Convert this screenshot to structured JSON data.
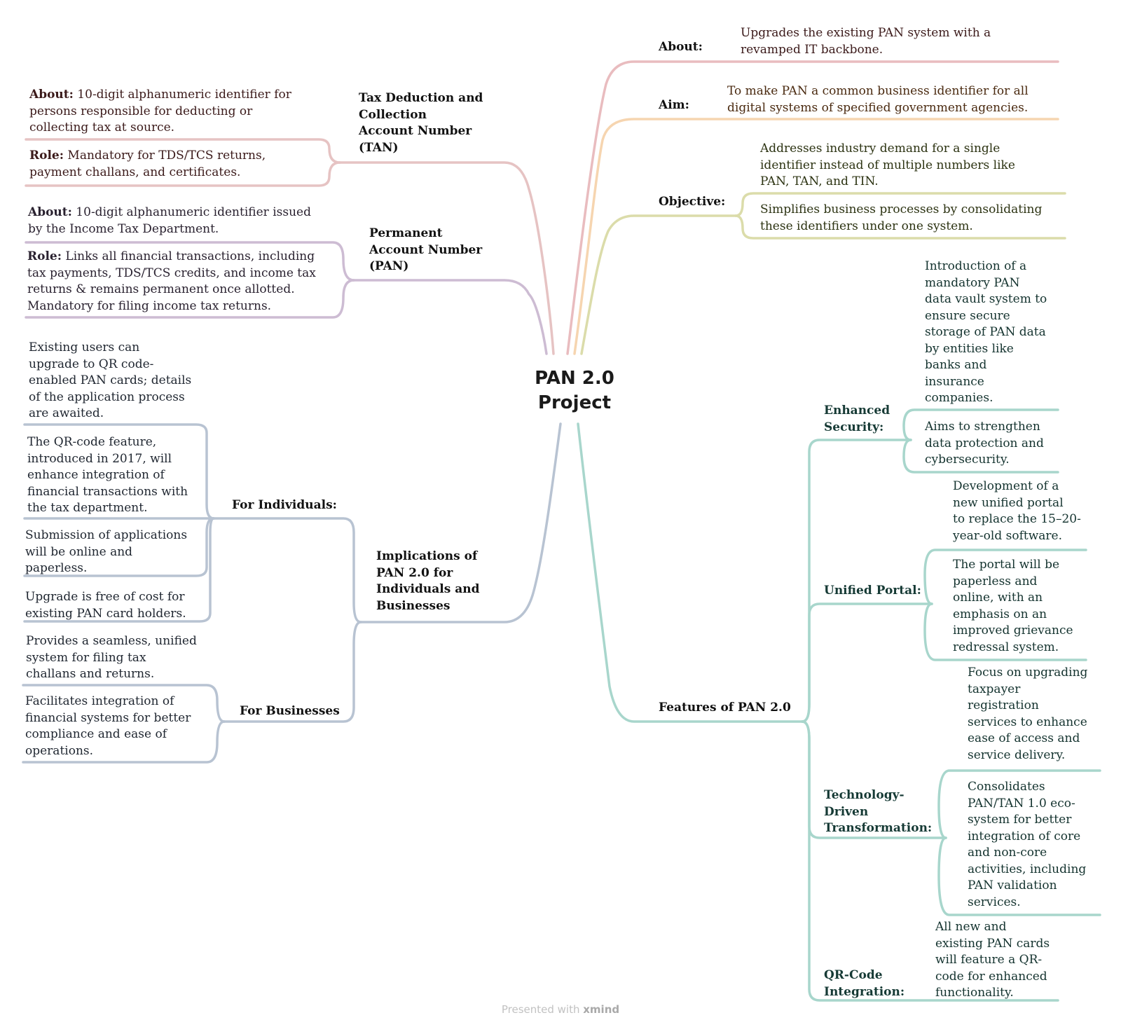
{
  "center": {
    "lines": [
      "PAN 2.0",
      "Project"
    ]
  },
  "colors": {
    "tan": "#e6c3c3",
    "pan": "#cdbcd3",
    "implications": "#b8c3d2",
    "about": "#e9bcbf",
    "aim": "#f6d5b0",
    "objective": "#dbdcaa",
    "features": "#a8d6cc"
  },
  "tan": {
    "label": [
      "Tax Deduction and",
      "Collection",
      "Account Number",
      "(TAN)"
    ],
    "about": {
      "label": "About:",
      "lines": [
        " 10-digit alphanumeric identifier for",
        "persons responsible for deducting or",
        "collecting tax at source."
      ]
    },
    "role": {
      "label": "Role:",
      "lines": [
        " Mandatory for TDS/TCS returns,",
        "payment challans, and certificates."
      ]
    }
  },
  "pan": {
    "label": [
      "Permanent",
      "Account Number",
      "(PAN)"
    ],
    "about": {
      "label": "About:",
      "lines": [
        " 10-digit alphanumeric identifier issued",
        "by the Income Tax Department."
      ]
    },
    "role": {
      "label": "Role:",
      "lines": [
        " Links all financial transactions, including",
        "tax payments, TDS/TCS credits, and income tax",
        "returns & remains permanent once allotted.",
        "Mandatory for filing income tax returns."
      ]
    }
  },
  "implications": {
    "label": [
      "Implications of",
      "PAN 2.0 for",
      "Individuals and",
      "Businesses"
    ],
    "individuals": {
      "label": "For Individuals:",
      "items": [
        [
          "Existing users can",
          "upgrade to QR code-",
          "enabled PAN cards; details",
          "of the application process",
          "are awaited."
        ],
        [
          "The QR-code feature,",
          "introduced in 2017, will",
          "enhance integration of",
          "financial transactions with",
          "the tax department."
        ],
        [
          "Submission of applications",
          "will be online and",
          "paperless."
        ],
        [
          "Upgrade is free of cost for",
          "existing PAN card holders."
        ]
      ]
    },
    "businesses": {
      "label": "For Businesses",
      "items": [
        [
          "Provides a seamless, unified",
          "system for filing tax",
          "challans and returns."
        ],
        [
          "Facilitates integration of",
          "financial systems for better",
          "compliance and ease of",
          "operations."
        ]
      ]
    }
  },
  "about": {
    "label": "About:",
    "lines": [
      "Upgrades the existing PAN system with a",
      "revamped IT backbone."
    ]
  },
  "aim": {
    "label": "Aim:",
    "lines": [
      "To make PAN a common business identifier for all",
      "digital systems of specified government agencies."
    ]
  },
  "objective": {
    "label": "Objective:",
    "items": [
      [
        "Addresses industry demand for a single",
        "identifier instead of multiple numbers like",
        "PAN, TAN, and TIN."
      ],
      [
        "Simplifies business processes by consolidating",
        "these identifiers under one system."
      ]
    ]
  },
  "features": {
    "label": "Features of PAN 2.0",
    "security": {
      "label": [
        "Enhanced",
        "Security:"
      ],
      "items": [
        [
          "Introduction of a",
          "mandatory PAN",
          "data vault system to",
          "ensure secure",
          "storage of PAN data",
          "by entities like",
          "banks and",
          "insurance",
          "companies."
        ],
        [
          "Aims to strengthen",
          "data protection and",
          "cybersecurity."
        ]
      ]
    },
    "portal": {
      "label": [
        "Unified Portal:"
      ],
      "items": [
        [
          "Development of a",
          "new unified portal",
          "to replace the 15–20-",
          "year-old software."
        ],
        [
          "The portal will be",
          "paperless and",
          "online, with an",
          "emphasis on an",
          "improved grievance",
          "redressal system."
        ]
      ]
    },
    "tech": {
      "label": [
        "Technology-",
        "Driven",
        "Transformation:"
      ],
      "items": [
        [
          "Focus on upgrading",
          "taxpayer",
          "registration",
          "services to enhance",
          "ease of access and",
          "service delivery."
        ],
        [
          "Consolidates",
          "PAN/TAN 1.0 eco-",
          "system for better",
          "integration of core",
          "and non-core",
          "activities, including",
          "PAN validation",
          "services."
        ]
      ]
    },
    "qr": {
      "label": [
        "QR-Code",
        "Integration:"
      ],
      "items": [
        [
          "All new and",
          "existing PAN cards",
          "will feature a QR-",
          "code for enhanced",
          "functionality."
        ]
      ]
    }
  },
  "footer": {
    "prefix": "Presented with ",
    "brand": "xmind"
  }
}
